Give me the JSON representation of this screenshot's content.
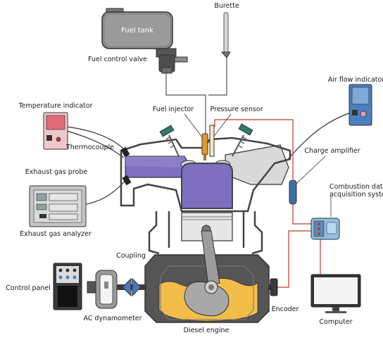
{
  "labels": {
    "fuel_tank": "Fuel tank",
    "burette": "Burette",
    "fuel_control_valve": "Fuel control valve",
    "temperature_indicator": "Temperature indicator",
    "fuel_injector": "Fuel injector",
    "pressure_sensor": "Pressure sensor",
    "air_flow_indicator": "Air flow indicator",
    "thermocouple": "Thermocouple",
    "charge_amplifier": "Charge amplifier",
    "exhaust_gas_probe": "Exhaust gas probe",
    "combustion_daq_line1": "Combustion data",
    "combustion_daq_line2": "acquisition system",
    "exhaust_gas_analyzer": "Exhaust gas analyzer",
    "coupling": "Coupling",
    "control_panel": "Control panel",
    "ac_dynamometer": "AC dynamometer",
    "encoder": "Encoder",
    "computer": "Computer",
    "diesel_engine": "Diesel engine"
  },
  "colors": {
    "engine_body": "#555555",
    "combustion_chamber": "#7e6fc0",
    "oil_sump": "#f3bd4a",
    "signal_wire_red": "#c0392b",
    "signal_wire_black": "#333333",
    "valve_spring_green": "#2e7d6b",
    "injector_orange": "#e39a2a",
    "indicator_blue": "#4a7fc1",
    "indicator_pink": "#e7a0aa",
    "coupling_blue": "#4a78b8"
  }
}
